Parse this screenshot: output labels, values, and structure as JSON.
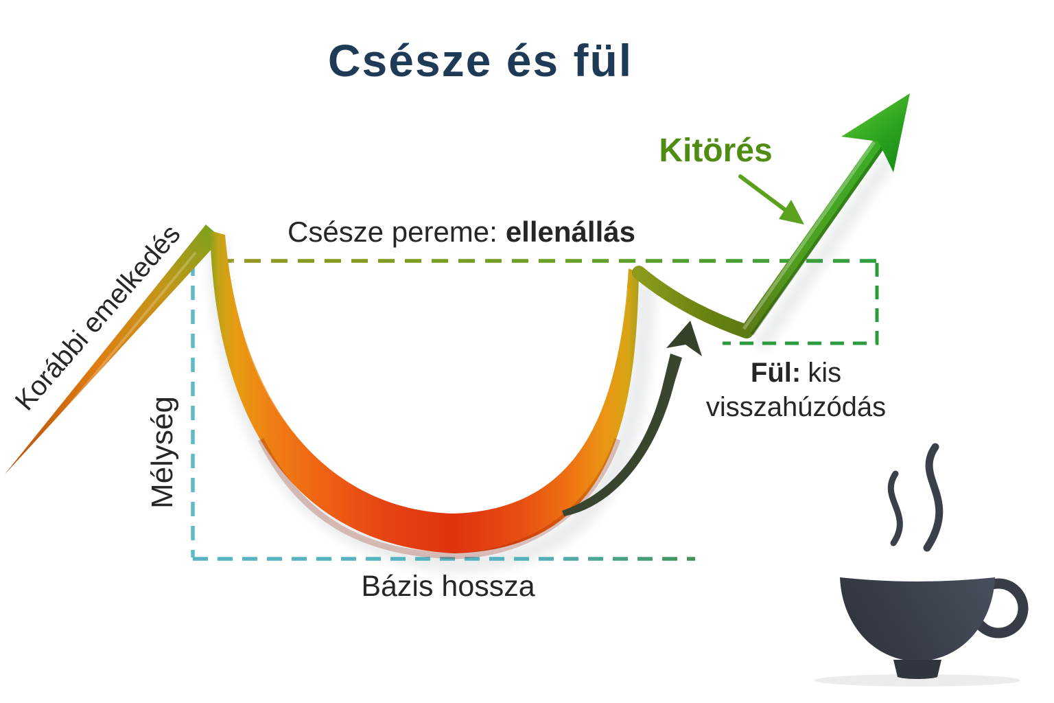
{
  "title": "Csésze és fül",
  "labels": {
    "prior_uptrend": "Korábbi emelkedés",
    "rim_prefix": "Csésze pereme:",
    "rim_emphasis": "ellenállás",
    "depth": "Mélység",
    "base_length": "Bázis hossza",
    "breakout": "Kitörés",
    "handle_bold": "Fül:",
    "handle_regular": "kis",
    "handle_line2": "visszahúzódás"
  },
  "icons": {
    "breakout_arrow": "breakout-arrow-up-icon",
    "breakout_pointer": "breakout-pointer-arrow-icon",
    "handle_arrow": "handle-annotation-arrow-icon",
    "coffee_cup": "coffee-cup-icon",
    "steam": "steam-icon"
  },
  "colors": {
    "title_navy": "#1f3a57",
    "label_dark": "#262626",
    "breakout_green": "#4e8c12",
    "uptrend_orange": "#df7d12",
    "cup_green": "#8ba01b",
    "cup_yellow": "#e0a414",
    "cup_orange": "#ee7212",
    "cup_red": "#e0330f",
    "handle_olive": "#5c7a14",
    "arrow_bright_green": "#3aad26",
    "dash_rim_olive": "#96961e",
    "dash_rim_green": "#2f9e3f",
    "dash_depth_cyan": "#62b9c9",
    "dash_base_teal": "#56b4c4",
    "dash_handle_green": "#2c9b3d",
    "coffee_cup_dark": "#373c46",
    "background": "#ffffff"
  }
}
